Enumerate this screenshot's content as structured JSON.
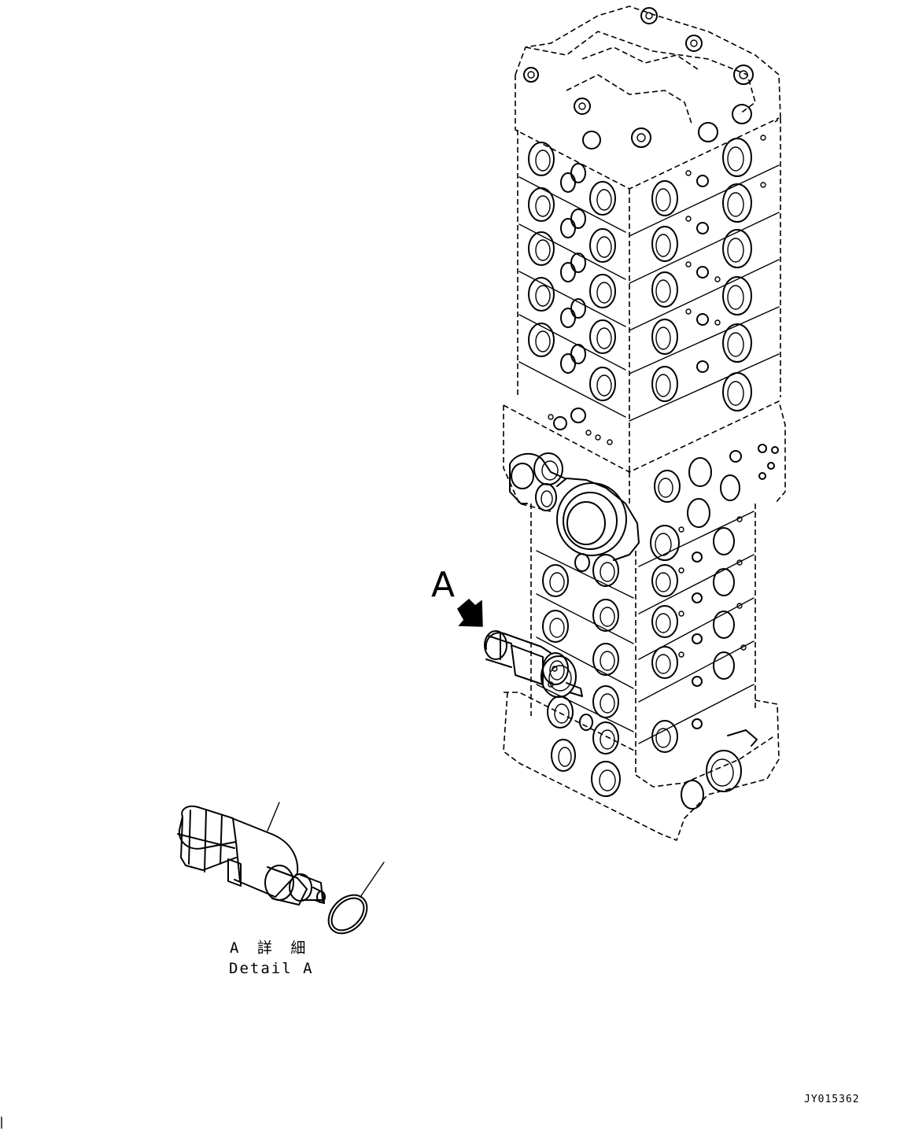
{
  "diagram": {
    "callout_label": "A",
    "detail_label_jp": "A 詳 細",
    "detail_label_en": "Detail A",
    "drawing_id": "JY015362"
  },
  "colors": {
    "line": "#000000",
    "background": "#ffffff"
  },
  "parts": [
    "control-valve-assembly",
    "relief-valve",
    "o-ring"
  ]
}
